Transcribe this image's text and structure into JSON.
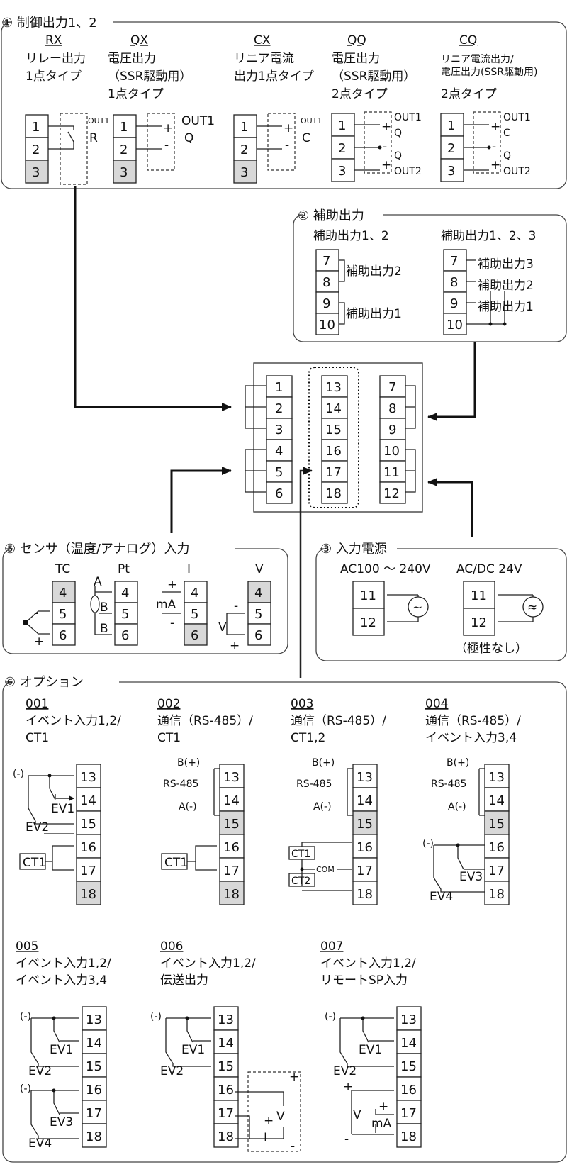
{
  "s1": {
    "title": "① 制御出力1、2",
    "rx": {
      "code": "RX",
      "l1": "リレー出力",
      "l2": "1点タイプ",
      "out": "OUT1",
      "sig": "R"
    },
    "qx": {
      "code": "QX",
      "l1": "電圧出力",
      "l2": "（SSR駆動用）",
      "l3": "1点タイプ",
      "out": "OUT1",
      "sig": "Q"
    },
    "cx": {
      "code": "CX",
      "l1": "リニア電流",
      "l2": "出力1点タイプ",
      "out": "OUT1",
      "sig": "C"
    },
    "qq": {
      "code": "QQ",
      "l1": "電圧出力",
      "l2": "（SSR駆動用）",
      "l3": "2点タイプ",
      "out1": "OUT1",
      "q1": "Q",
      "q2": "Q",
      "out2": "OUT2"
    },
    "cq": {
      "code": "CQ",
      "l1": "リニア電流出力/",
      "l2": "電圧出力(SSR駆動用)",
      "l3": "2点タイプ",
      "out1": "OUT1",
      "c": "C",
      "q": "Q",
      "out2": "OUT2"
    },
    "t1": "1",
    "t2": "2",
    "t3": "3"
  },
  "s2": {
    "title": "② 補助出力",
    "a": {
      "title": "補助出力1、2",
      "o2": "補助出力2",
      "o1": "補助出力1"
    },
    "b": {
      "title": "補助出力1、2、3",
      "o3": "補助出力3",
      "o2": "補助出力2",
      "o1": "補助出力1"
    },
    "t7": "7",
    "t8": "8",
    "t9": "9",
    "t10": "10"
  },
  "center": {
    "left": [
      "1",
      "2",
      "3",
      "4",
      "5",
      "6"
    ],
    "mid": [
      "13",
      "14",
      "15",
      "16",
      "17",
      "18"
    ],
    "right": [
      "7",
      "8",
      "9",
      "10",
      "11",
      "12"
    ]
  },
  "s5": {
    "title": "⑤ センサ（温度/アナログ）入力",
    "tc": "TC",
    "pt": "Pt",
    "i": "I",
    "v": "V",
    "a": "A",
    "b": "B",
    "b2": "B",
    "ma": "mA",
    "vv": "V",
    "plus": "+",
    "minus": "-",
    "t4": "4",
    "t5": "5",
    "t6": "6"
  },
  "s3": {
    "title": "③ 入力電源",
    "ac": "AC100 ～ 240V",
    "acdc": "AC/DC 24V",
    "note": "（極性なし）",
    "t11": "11",
    "t12": "12"
  },
  "s6": {
    "title": "⑥ オプション",
    "o001": {
      "code": "001",
      "l1": "イベント入力1,2/",
      "l2": "CT1"
    },
    "o002": {
      "code": "002",
      "l1": "通信（RS-485）/",
      "l2": "CT1"
    },
    "o003": {
      "code": "003",
      "l1": "通信（RS-485）/",
      "l2": "CT1,2"
    },
    "o004": {
      "code": "004",
      "l1": "通信（RS-485）/",
      "l2": "イベント入力3,4"
    },
    "o005": {
      "code": "005",
      "l1": "イベント入力1,2/",
      "l2": "イベント入力3,4"
    },
    "o006": {
      "code": "006",
      "l1": "イベント入力1,2/",
      "l2": "伝送出力"
    },
    "o007": {
      "code": "007",
      "l1": "イベント入力1,2/",
      "l2": "リモートSP入力"
    },
    "neg": "(-)",
    "ev1": "EV1",
    "ev2": "EV2",
    "ev3": "EV3",
    "ev4": "EV4",
    "ct1": "CT1",
    "ct2": "CT2",
    "com": "COM",
    "bp": "B(+)",
    "am": "A(-)",
    "rs": "RS-485",
    "v": "V",
    "i": "I",
    "ma": "mA",
    "plus": "+",
    "minus": "-",
    "n13": "13",
    "n14": "14",
    "n15": "15",
    "n16": "16",
    "n17": "17",
    "n18": "18"
  }
}
